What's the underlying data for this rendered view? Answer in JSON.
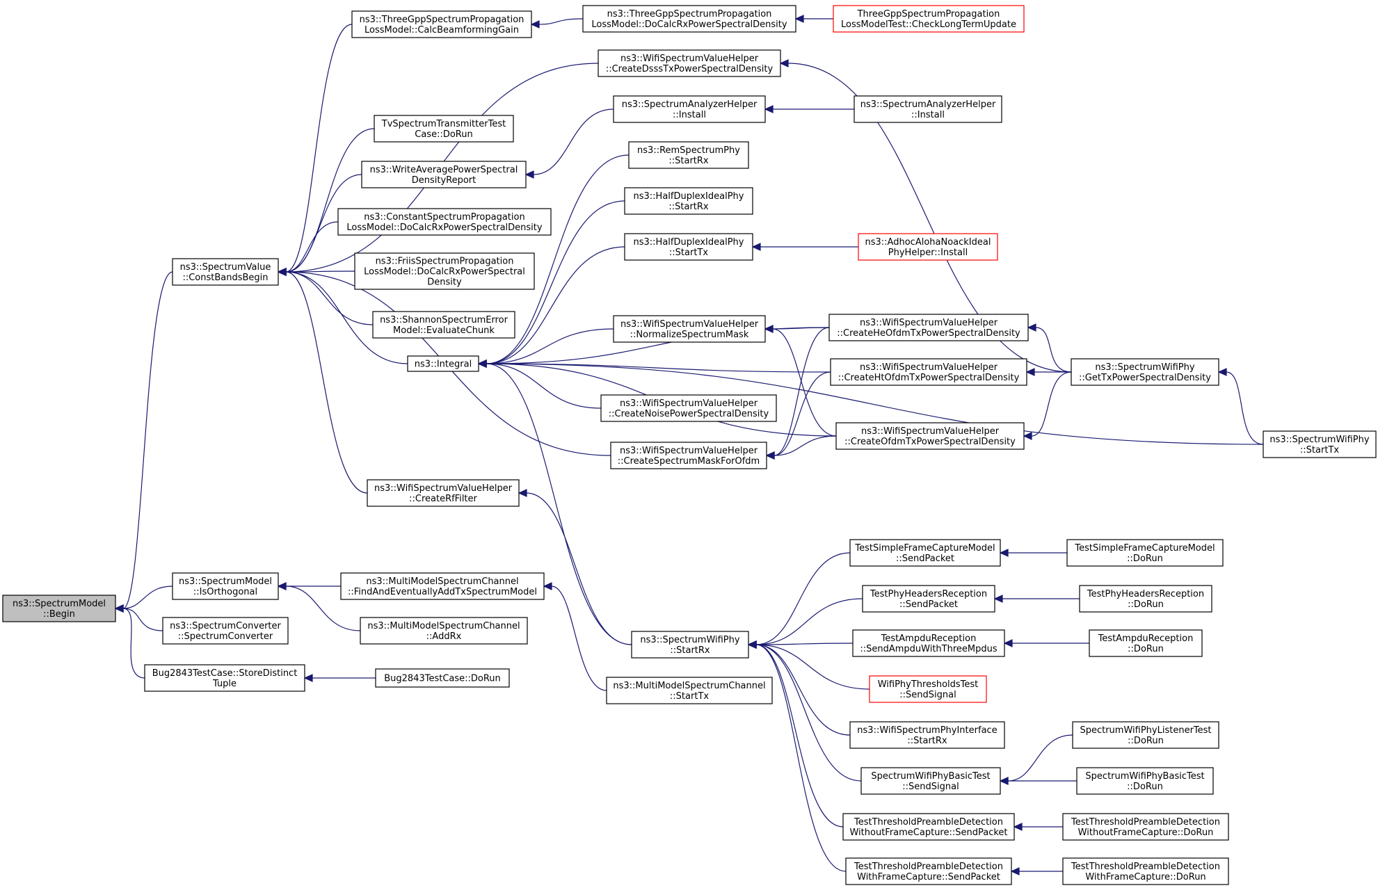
{
  "colors": {
    "edge": "#191970",
    "box": "#000000",
    "highlight_box": "#ff0000",
    "root_fill": "#bfbfbf"
  },
  "nodes": {
    "sm_begin": [
      "ns3::SpectrumModel",
      "::Begin"
    ],
    "sv_cbb": [
      "ns3::SpectrumValue",
      "::ConstBandsBegin"
    ],
    "sm_iso": [
      "ns3::SpectrumModel",
      "::IsOrthogonal"
    ],
    "sc_sc": [
      "ns3::SpectrumConverter",
      "::SpectrumConverter"
    ],
    "bug_sdt": [
      "Bug2843TestCase::StoreDistinct",
      "Tuple"
    ],
    "bug_dorun": [
      "Bug2843TestCase::DoRun"
    ],
    "tgpp_beam": [
      "ns3::ThreeGppSpectrumPropagation",
      "LossModel::CalcBeamformingGain"
    ],
    "tgpp_docalc": [
      "ns3::ThreeGppSpectrumPropagation",
      "LossModel::DoCalcRxPowerSpectralDensity"
    ],
    "tgpp_test": [
      "ThreeGppSpectrumPropagation",
      "LossModelTest::CheckLongTermUpdate"
    ],
    "wsvh_dsss": [
      "ns3::WifiSpectrumValueHelper",
      "::CreateDsssTxPowerSpectralDensity"
    ],
    "tvst": [
      "TvSpectrumTransmitterTest",
      "Case::DoRun"
    ],
    "sah_install1": [
      "ns3::SpectrumAnalyzerHelper",
      "::Install"
    ],
    "sah_install2": [
      "ns3::SpectrumAnalyzerHelper",
      "::Install"
    ],
    "wapsd": [
      "ns3::WriteAveragePowerSpectral",
      "DensityReport"
    ],
    "rem_startrx": [
      "ns3::RemSpectrumPhy",
      "::StartRx"
    ],
    "hdip_startrx": [
      "ns3::HalfDuplexIdealPhy",
      "::StartRx"
    ],
    "cspl": [
      "ns3::ConstantSpectrumPropagation",
      "LossModel::DoCalcRxPowerSpectralDensity"
    ],
    "hdip_starttx": [
      "ns3::HalfDuplexIdealPhy",
      "::StartTx"
    ],
    "aanip": [
      "ns3::AdhocAlohaNoackIdeal",
      "PhyHelper::Install"
    ],
    "fspl": [
      "ns3::FriisSpectrumPropagation",
      "LossModel::DoCalcRxPowerSpectral",
      "Density"
    ],
    "wsvh_norm": [
      "ns3::WifiSpectrumValueHelper",
      "::NormalizeSpectrumMask"
    ],
    "wsvh_he": [
      "ns3::WifiSpectrumValueHelper",
      "::CreateHeOfdmTxPowerSpectralDensity"
    ],
    "ssem": [
      "ns3::ShannonSpectrumError",
      "Model::EvaluateChunk"
    ],
    "integral": [
      "ns3::Integral"
    ],
    "wsvh_ht": [
      "ns3::WifiSpectrumValueHelper",
      "::CreateHtOfdmTxPowerSpectralDensity"
    ],
    "swp_gettx": [
      "ns3::SpectrumWifiPhy",
      "::GetTxPowerSpectralDensity"
    ],
    "wsvh_noise": [
      "ns3::WifiSpectrumValueHelper",
      "::CreateNoisePowerSpectralDensity"
    ],
    "wsvh_mask": [
      "ns3::WifiSpectrumValueHelper",
      "::CreateSpectrumMaskForOfdm"
    ],
    "wsvh_ofdm": [
      "ns3::WifiSpectrumValueHelper",
      "::CreateOfdmTxPowerSpectralDensity"
    ],
    "swp_starttx": [
      "ns3::SpectrumWifiPhy",
      "::StartTx"
    ],
    "wsvh_rf": [
      "ns3::WifiSpectrumValueHelper",
      "::CreateRfFilter"
    ],
    "mmsc_find": [
      "ns3::MultiModelSpectrumChannel",
      "::FindAndEventuallyAddTxSpectrumModel"
    ],
    "mmsc_addrx": [
      "ns3::MultiModelSpectrumChannel",
      "::AddRx"
    ],
    "mmsc_starttx": [
      "ns3::MultiModelSpectrumChannel",
      "::StartTx"
    ],
    "swp_startrx": [
      "ns3::SpectrumWifiPhy",
      "::StartRx"
    ],
    "tsfcm_send": [
      "TestSimpleFrameCaptureModel",
      "::SendPacket"
    ],
    "tsfcm_dorun": [
      "TestSimpleFrameCaptureModel",
      "::DoRun"
    ],
    "tphr_send": [
      "TestPhyHeadersReception",
      "::SendPacket"
    ],
    "tphr_dorun": [
      "TestPhyHeadersReception",
      "::DoRun"
    ],
    "tar_send": [
      "TestAmpduReception",
      "::SendAmpduWithThreeMpdus"
    ],
    "tar_dorun": [
      "TestAmpduReception",
      "::DoRun"
    ],
    "wptt_send": [
      "WifiPhyThresholdsTest",
      "::SendSignal"
    ],
    "wspi_startrx": [
      "ns3::WifiSpectrumPhyInterface",
      "::StartRx"
    ],
    "swplt_dorun": [
      "SpectrumWifiPhyListenerTest",
      "::DoRun"
    ],
    "swpbt_send": [
      "SpectrumWifiPhyBasicTest",
      "::SendSignal"
    ],
    "swpbt_dorun": [
      "SpectrumWifiPhyBasicTest",
      "::DoRun"
    ],
    "ttpd_wo_send": [
      "TestThresholdPreambleDetection",
      "WithoutFrameCapture::SendPacket"
    ],
    "ttpd_wo_dorun": [
      "TestThresholdPreambleDetection",
      "WithoutFrameCapture::DoRun"
    ],
    "ttpd_w_send": [
      "TestThresholdPreambleDetection",
      "WithFrameCapture::SendPacket"
    ],
    "ttpd_w_dorun": [
      "TestThresholdPreambleDetection",
      "WithFrameCapture::DoRun"
    ]
  },
  "edges": [
    [
      "sv_cbb",
      "sm_begin"
    ],
    [
      "sm_iso",
      "sm_begin"
    ],
    [
      "sc_sc",
      "sm_begin"
    ],
    [
      "bug_sdt",
      "sm_begin"
    ],
    [
      "bug_dorun",
      "bug_sdt"
    ],
    [
      "tgpp_beam",
      "sv_cbb"
    ],
    [
      "wsvh_dsss",
      "sv_cbb"
    ],
    [
      "tvst",
      "sv_cbb"
    ],
    [
      "wapsd",
      "sv_cbb"
    ],
    [
      "cspl",
      "sv_cbb"
    ],
    [
      "fspl",
      "sv_cbb"
    ],
    [
      "ssem",
      "sv_cbb"
    ],
    [
      "integral",
      "sv_cbb"
    ],
    [
      "wsvh_mask",
      "sv_cbb"
    ],
    [
      "wsvh_rf",
      "sv_cbb"
    ],
    [
      "tgpp_docalc",
      "tgpp_beam"
    ],
    [
      "tgpp_test",
      "tgpp_docalc"
    ],
    [
      "swp_gettx",
      "wsvh_dsss"
    ],
    [
      "sah_install1",
      "wapsd"
    ],
    [
      "sah_install2",
      "sah_install1"
    ],
    [
      "rem_startrx",
      "integral"
    ],
    [
      "hdip_startrx",
      "integral"
    ],
    [
      "hdip_starttx",
      "integral"
    ],
    [
      "wsvh_he",
      "integral"
    ],
    [
      "wsvh_norm",
      "integral"
    ],
    [
      "wsvh_ht",
      "integral"
    ],
    [
      "wsvh_noise",
      "integral"
    ],
    [
      "wsvh_ofdm",
      "integral"
    ],
    [
      "swp_starttx",
      "integral"
    ],
    [
      "swp_startrx",
      "integral"
    ],
    [
      "aanip",
      "hdip_starttx"
    ],
    [
      "wsvh_he",
      "wsvh_norm"
    ],
    [
      "wsvh_ofdm",
      "wsvh_norm"
    ],
    [
      "swp_gettx",
      "wsvh_he"
    ],
    [
      "swp_gettx",
      "wsvh_ht"
    ],
    [
      "swp_gettx",
      "wsvh_ofdm"
    ],
    [
      "wsvh_he",
      "wsvh_mask"
    ],
    [
      "wsvh_ht",
      "wsvh_mask"
    ],
    [
      "wsvh_ofdm",
      "wsvh_mask"
    ],
    [
      "swp_starttx",
      "swp_gettx"
    ],
    [
      "swp_startrx",
      "wsvh_rf"
    ],
    [
      "mmsc_find",
      "sm_iso"
    ],
    [
      "mmsc_addrx",
      "sm_iso"
    ],
    [
      "mmsc_starttx",
      "mmsc_find"
    ],
    [
      "tsfcm_send",
      "swp_startrx"
    ],
    [
      "tphr_send",
      "swp_startrx"
    ],
    [
      "tar_send",
      "swp_startrx"
    ],
    [
      "wptt_send",
      "swp_startrx"
    ],
    [
      "wspi_startrx",
      "swp_startrx"
    ],
    [
      "swpbt_send",
      "swp_startrx"
    ],
    [
      "ttpd_wo_send",
      "swp_startrx"
    ],
    [
      "ttpd_w_send",
      "swp_startrx"
    ],
    [
      "tsfcm_dorun",
      "tsfcm_send"
    ],
    [
      "tphr_dorun",
      "tphr_send"
    ],
    [
      "tar_dorun",
      "tar_send"
    ],
    [
      "swplt_dorun",
      "swpbt_send"
    ],
    [
      "swpbt_dorun",
      "swpbt_send"
    ],
    [
      "ttpd_wo_dorun",
      "ttpd_wo_send"
    ],
    [
      "ttpd_w_dorun",
      "ttpd_w_send"
    ]
  ]
}
